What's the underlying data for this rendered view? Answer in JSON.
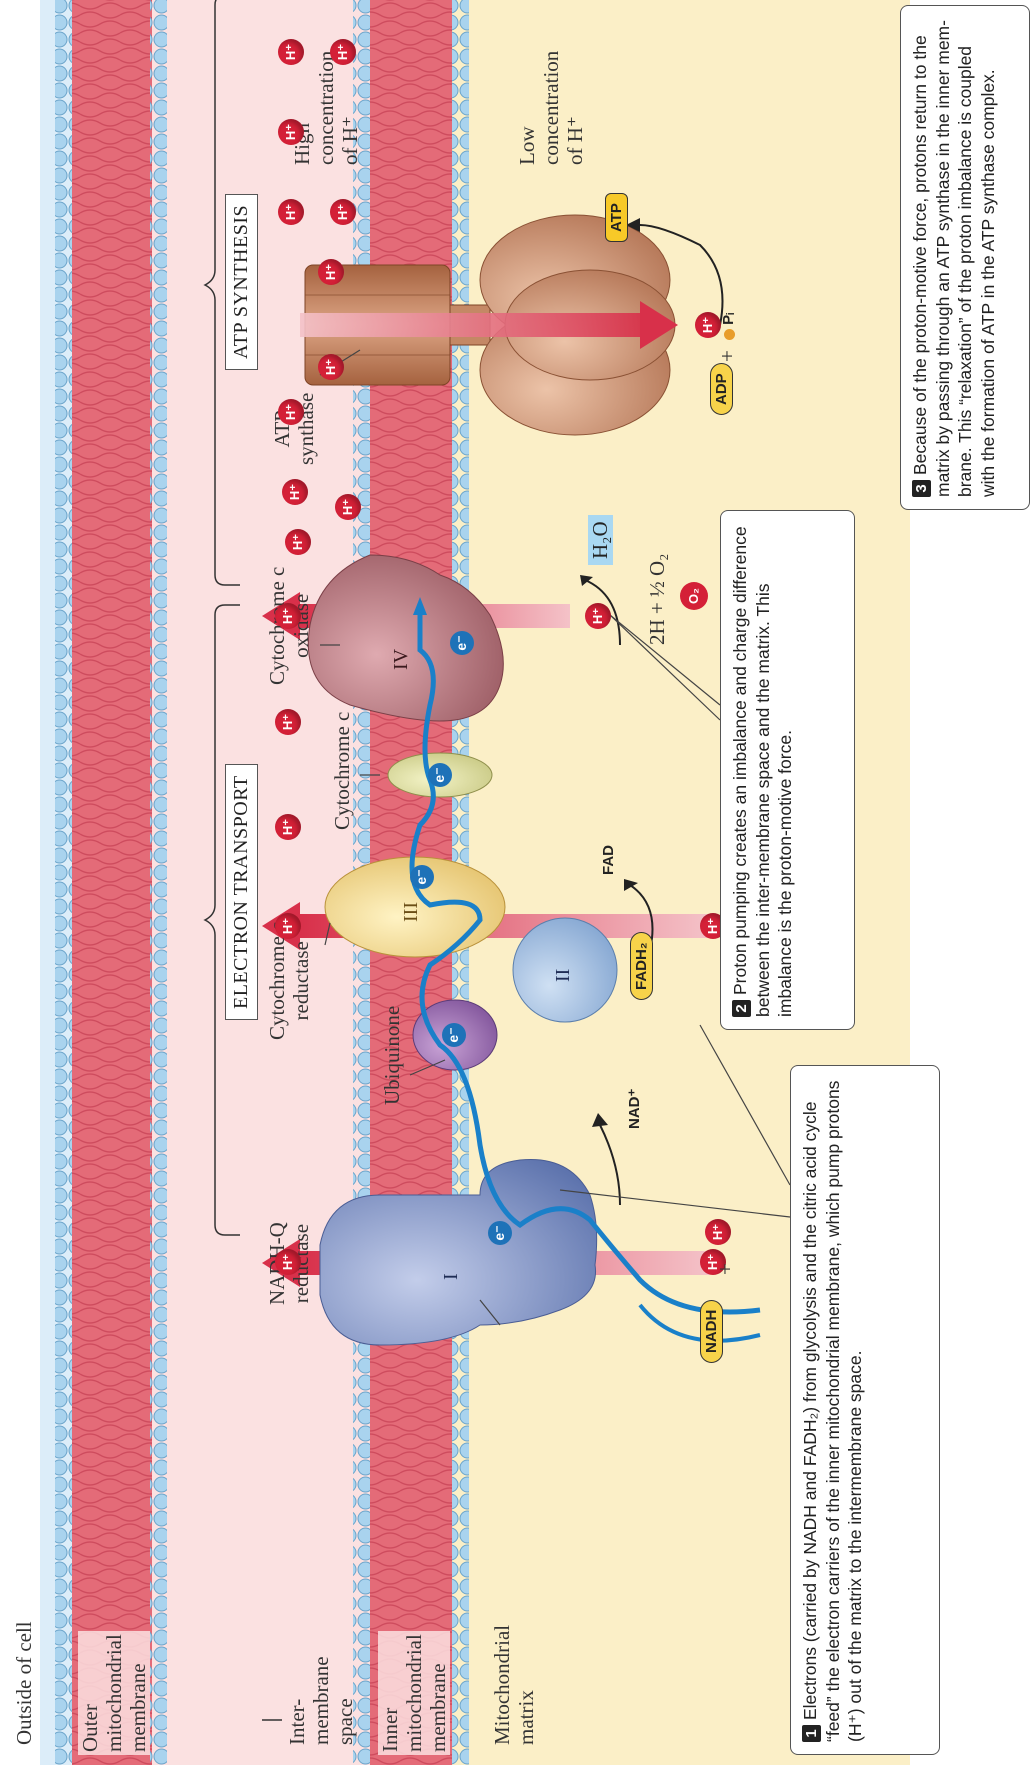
{
  "labels": {
    "outside_of_cell": "Outside of cell",
    "outer_membrane_1": "Outer",
    "outer_membrane_2": "mitochondrial",
    "outer_membrane_3": "membrane",
    "intermembrane_1": "Inter-",
    "intermembrane_2": "membrane",
    "intermembrane_3": "space",
    "inner_membrane_1": "Inner",
    "inner_membrane_2": "mitochondrial",
    "inner_membrane_3": "membrane",
    "matrix_1": "Mitochondrial",
    "matrix_2": "matrix",
    "electron_transport": "ELECTRON TRANSPORT",
    "atp_synthesis": "ATP SYNTHESIS",
    "nadh_q_1": "NADH-Q",
    "nadh_q_2": "reductase",
    "ubiquinone": "Ubiquinone",
    "cyt_c_red_1": "Cytochrome c",
    "cyt_c_red_2": "reductase",
    "cyt_c": "Cytochrome c",
    "cyt_c_ox_1": "Cytochrome c",
    "cyt_c_ox_2": "oxidase",
    "atp_synthase_1": "ATP",
    "atp_synthase_2": "synthase",
    "high_conc_1": "High",
    "high_conc_2": "concentration",
    "high_conc_3": "of H⁺",
    "low_conc_1": "Low",
    "low_conc_2": "concentration",
    "low_conc_3": "of H⁺",
    "complex_I": "I",
    "complex_II": "II",
    "complex_III": "III",
    "complex_IV": "IV",
    "nadh": "NADH",
    "plus": "+",
    "nad_plus": "NAD⁺",
    "fadh2": "FADH₂",
    "fad": "FAD",
    "hplus": "H⁺",
    "electron": "e⁻",
    "water_eq": "2H + ½ O₂",
    "o2": "O₂",
    "h2o": "H₂O",
    "adp": "ADP",
    "pi": "Pᵢ",
    "atp": "ATP"
  },
  "notes": {
    "note1_num": "1",
    "note1": "Electrons (carried by NADH and FADH₂) from glycolysis and the citric acid cycle “feed” the electron carriers of the inner mitochondrial membrane, which pump protons (H⁺) out of the matrix to the intermembrane space.",
    "note2_num": "2",
    "note2": "Proton pumping creates an imbalance and charge difference between the inter-membrane space and the matrix. This imbalance is the proton-motive force.",
    "note3_num": "3",
    "note3": "Because of the proton-motive force, protons return to the matrix by passing through an ATP synthase in the inner mem-brane. This “relaxation” of the proton imbalance is coupled with the formation of ATP in the ATP synthase complex."
  },
  "colors": {
    "outside": "#dcedf9",
    "intermembrane": "#fbe1e1",
    "matrix": "#fbefc7",
    "membrane_tail": "#e46b78",
    "membrane_head": "#a9d3ee",
    "proton": "#d42037",
    "electron_path": "#1a80c9",
    "complex_I": "#8296c8",
    "complex_III": "#f0d98c",
    "complex_IV": "#b66d72",
    "atp_synthase": "#c48865"
  }
}
